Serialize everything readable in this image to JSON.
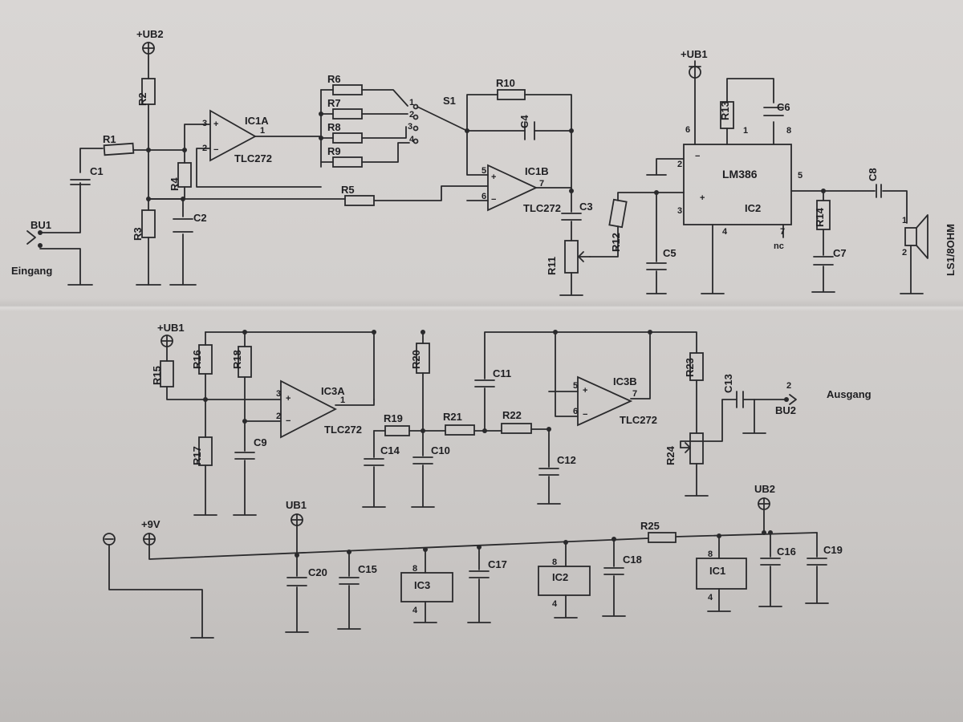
{
  "rail_labels": {
    "ub2_top": "+UB2",
    "ub1_top": "+UB1",
    "ub1_mid": "+UB1",
    "ub1_bottom": "UB1",
    "ub2_bottom": "UB2",
    "v9": "+9V",
    "minus": "−",
    "plus": "+"
  },
  "components": {
    "R1": "R1",
    "R2": "R2",
    "R3": "R3",
    "R4": "R4",
    "R5": "R5",
    "R6": "R6",
    "R7": "R7",
    "R8": "R8",
    "R9": "R9",
    "R10": "R10",
    "R11": "R11",
    "R12": "R12",
    "R13": "R13",
    "R14": "R14",
    "R15": "R15",
    "R16": "R16",
    "R17": "R17",
    "R18": "R18",
    "R19": "R19",
    "R20": "R20",
    "R21": "R21",
    "R22": "R22",
    "R23": "R23",
    "R24": "R24",
    "R25": "R25",
    "C1": "C1",
    "C2": "C2",
    "C3": "C3",
    "C4": "C4",
    "C5": "C5",
    "C6": "C6",
    "C7": "C7",
    "C8": "C8",
    "C9": "C9",
    "C10": "C10",
    "C11": "C11",
    "C12": "C12",
    "C13": "C13",
    "C14": "C14",
    "C15": "C15",
    "C16": "C16",
    "C17": "C17",
    "C18": "C18",
    "C19": "C19",
    "C20": "C20",
    "IC1A": "IC1A",
    "IC1B": "IC1B",
    "IC2": "IC2",
    "IC3A": "IC3A",
    "IC3B": "IC3B",
    "IC3": "IC3",
    "IC2_supply": "IC2",
    "IC1": "IC1",
    "S1": "S1",
    "BU1": "BU1",
    "BU2": "BU2",
    "LS1": "LS1/8OHM"
  },
  "part_types": {
    "tlc272": "TLC272",
    "lm386": "LM386"
  },
  "connector_labels": {
    "input": "Eingang",
    "output": "Ausgang"
  },
  "pins": {
    "p1": "1",
    "p2": "2",
    "p3": "3",
    "p4": "4",
    "p5": "5",
    "p6": "6",
    "p7": "7",
    "p8": "8",
    "nc": "nc",
    "plus": "+",
    "minus": "−"
  }
}
